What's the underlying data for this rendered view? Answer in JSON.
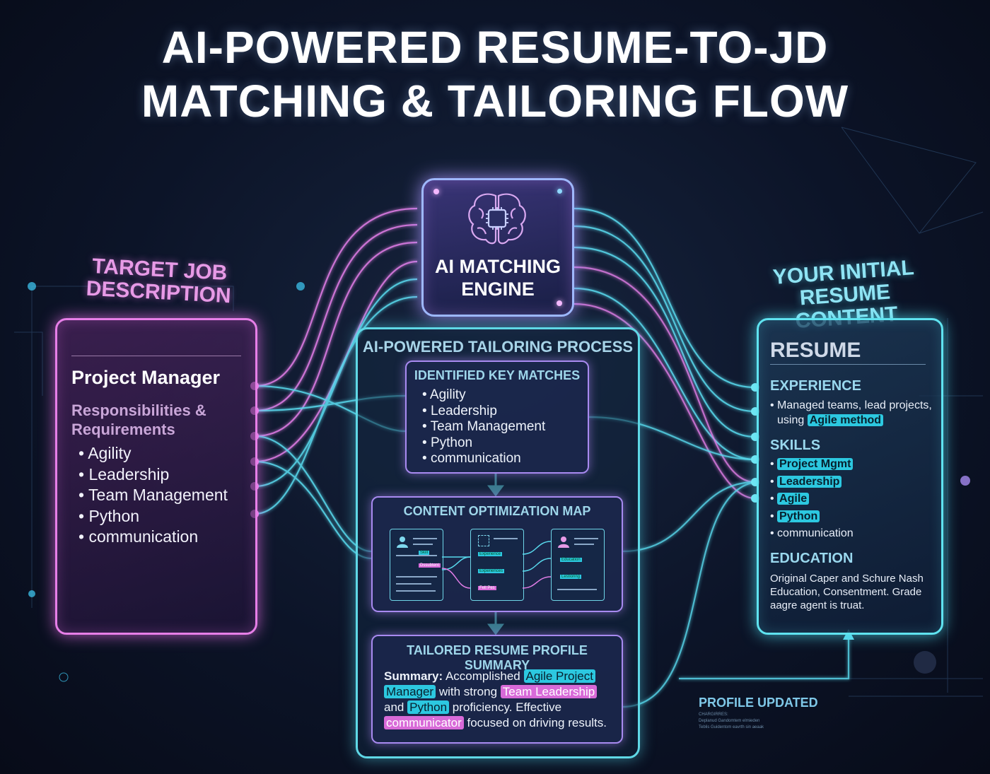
{
  "title": {
    "line1": "AI-POWERED RESUME-TO-JD",
    "line2": "MATCHING & TAILORING FLOW"
  },
  "job_description": {
    "label_line1": "TARGET JOB",
    "label_line2": "DESCRIPTION",
    "role": "Project Manager",
    "section_line1": "Responsibilities &",
    "section_line2": "Requirements",
    "items": [
      "Agility",
      "Leadership",
      "Team Management",
      "Python",
      "communication"
    ]
  },
  "engine": {
    "line1": "AI MATCHING",
    "line2": "ENGINE",
    "icon": "brain-chip-icon"
  },
  "process": {
    "title": "AI-POWERED TAILORING PROCESS",
    "key_matches": {
      "title": "IDENTIFIED KEY MATCHES",
      "items": [
        "Agility",
        "Leadership",
        "Team Management",
        "Python",
        "communication"
      ]
    },
    "content_map": {
      "title": "CONTENT OPTIMIZATION MAP",
      "card1_tags": [
        "Skill",
        "Dssubtent"
      ],
      "card2_tags": [
        "Experience",
        "Experiences",
        "Fell Pes"
      ],
      "card3_tags": [
        "Education",
        "Lestioring"
      ]
    },
    "summary": {
      "title": "TAILORED RESUME PROFILE SUMMARY",
      "lead": "Summary:",
      "t1": "Accomplished",
      "h1a": "Agile Project",
      "h1b": "Manager",
      "t2": "with strong",
      "h2": "Team Leadership",
      "t3": "and",
      "h3": "Python",
      "t4": "proficiency. Effective",
      "h4": "communicator",
      "t5": "focused on driving results."
    }
  },
  "resume": {
    "label_line1": "YOUR INITIAL",
    "label_line2": "RESUME CONTENT",
    "heading": "RESUME",
    "experience_head": "EXPERIENCE",
    "experience_text1": "Managed teams, lead projects,",
    "experience_text2": "using",
    "experience_hl": "Agile method",
    "skills_head": "SKILLS",
    "skills": [
      {
        "text": "Project Mgmt",
        "highlight": true
      },
      {
        "text": "Leadership",
        "highlight": true
      },
      {
        "text": "Agile",
        "highlight": true
      },
      {
        "text": "Python",
        "highlight": true
      },
      {
        "text": "communication",
        "highlight": false
      }
    ],
    "education_head": "EDUCATION",
    "education_line1": "Original Caper and Schure Nash",
    "education_line2": "Education, Consentment. Grade",
    "education_line3": "aagre agent is truat."
  },
  "profile_updated": {
    "label": "PROFILE UPDATED",
    "small1": "CHARGIRRES:",
    "small2": "Deplanud Gandomtem elmieden",
    "small3": "Teblis Guidentom eavrth sin aeaak"
  },
  "colors": {
    "pink": "#e77fe8",
    "cyan": "#5fe3f0",
    "violet": "#a88af0",
    "highlight_cyan": "#2cc8e0",
    "highlight_pink": "#d86ad8"
  }
}
